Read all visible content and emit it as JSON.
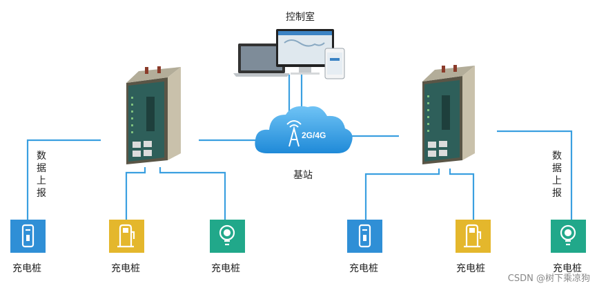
{
  "control_room": {
    "label": "控制室"
  },
  "base_station": {
    "label": "基站",
    "network": "2G/4G"
  },
  "data_report_left": [
    "数",
    "据",
    "上",
    "报"
  ],
  "data_report_right": [
    "数",
    "据",
    "上",
    "报"
  ],
  "chargers": [
    {
      "label": "充电桩",
      "color": "#2f8fd6",
      "icon": "phone-charger-icon"
    },
    {
      "label": "充电桩",
      "color": "#e4b72c",
      "icon": "fuel-pump-charger-icon"
    },
    {
      "label": "充电桩",
      "color": "#21a88a",
      "icon": "bulb-charger-icon"
    },
    {
      "label": "充电桩",
      "color": "#2f8fd6",
      "icon": "phone-charger-icon"
    },
    {
      "label": "充电桩",
      "color": "#e4b72c",
      "icon": "fuel-pump-charger-icon"
    },
    {
      "label": "充电桩",
      "color": "#21a88a",
      "icon": "bulb-charger-icon"
    }
  ],
  "colors": {
    "line": "#3a9fe0",
    "cloud": "#36a3e8",
    "device_body": "#c9c1ab",
    "device_face": "#2e5f5a"
  },
  "watermark": "CSDN @树下乘凉狗"
}
